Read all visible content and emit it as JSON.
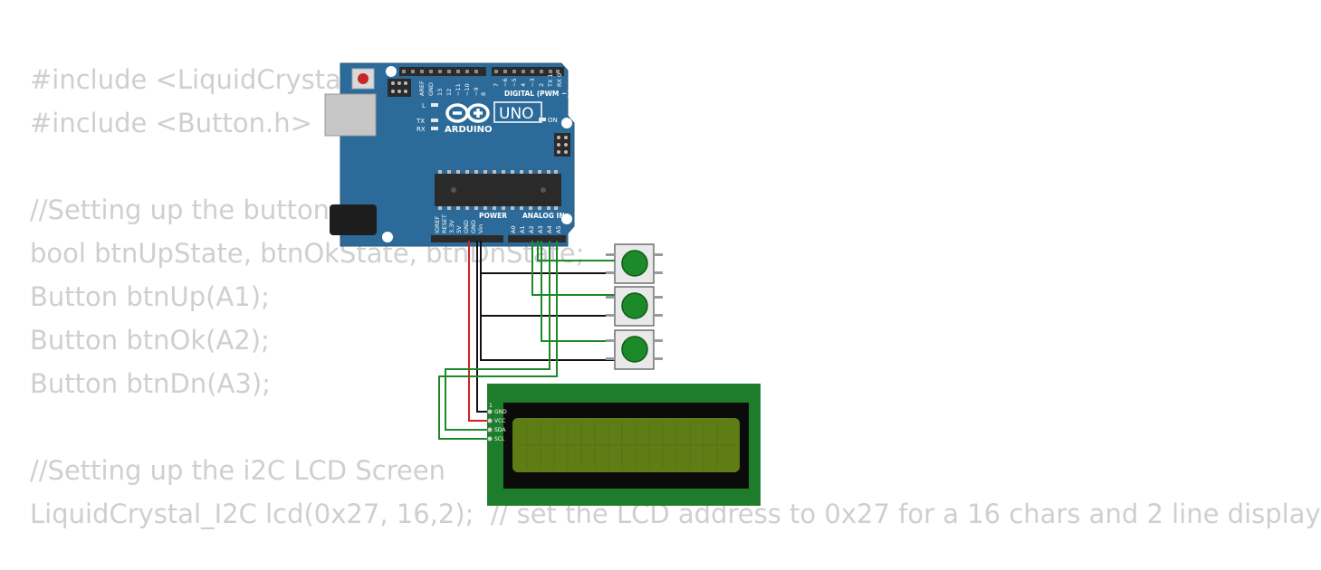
{
  "code_lines": [
    "#include <LiquidCrystal_I2C.h>",
    "#include <Button.h>",
    "",
    "//Setting up the buttons",
    "bool btnUpState, btnOkState, btnDnState;",
    "Button btnUp(A1);",
    "Button btnOk(A2);",
    "Button btnDn(A3);",
    "",
    "//Setting up the i2C LCD Screen",
    "LiquidCrystal_I2C lcd(0x27, 16,2);  // set the LCD address to 0x27 for a 16 chars and 2 line display"
  ],
  "board": {
    "logo_text": "ARDUINO",
    "model": "UNO",
    "digital_header": "DIGITAL (PWM ~)",
    "power_header": "POWER",
    "analog_header": "ANALOG IN",
    "on_label": "ON",
    "led_labels": [
      "L",
      "TX",
      "RX"
    ],
    "digital_pins": [
      "AREF",
      "GND",
      "13",
      "12",
      "~11",
      "~10",
      "~9",
      "8",
      "7",
      "~6",
      "~5",
      "4",
      "~3",
      "2",
      "TX 1",
      "RX 0"
    ],
    "power_pins": [
      "IOREF",
      "RESET",
      "3.3V",
      "5V",
      "GND",
      "GND",
      "Vin"
    ],
    "analog_pins": [
      "A0",
      "A1",
      "A2",
      "A3",
      "A4",
      "A5"
    ]
  },
  "lcd": {
    "pin_number": "1",
    "pins": [
      "GND",
      "VCC",
      "SDA",
      "SCL"
    ]
  },
  "colors": {
    "board": "#2c6b99",
    "wire_power": "#d42020",
    "wire_ground": "#111111",
    "wire_signal": "#1d8a2a",
    "button_cap": "#1d8a2a",
    "lcd_frame": "#1d7d2a",
    "lcd_screen": "#5f7d15",
    "code_text": "#cfcfcf"
  }
}
